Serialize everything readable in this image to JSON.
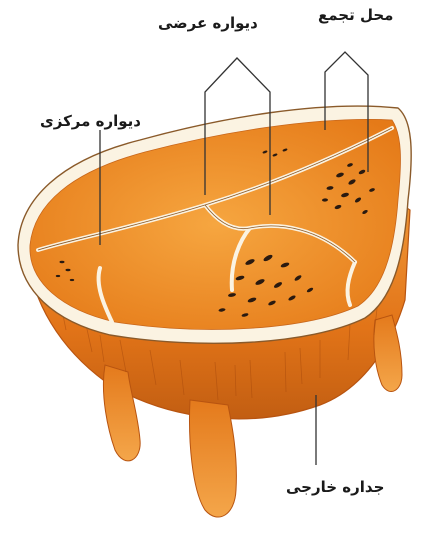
{
  "labels": {
    "collection_site": "محل تجمع",
    "transverse_wall": "دیواره عرضی",
    "central_wall": "دیواره مرکزی",
    "outer_wall": "جداره خارجی"
  },
  "colors": {
    "flesh": "#f08a1e",
    "flesh_light": "#f6a640",
    "rind": "#e8781c",
    "rind_dark": "#b85410",
    "membrane": "#fbf3e2",
    "seed": "#2a1a10",
    "leader_line": "#333333"
  }
}
